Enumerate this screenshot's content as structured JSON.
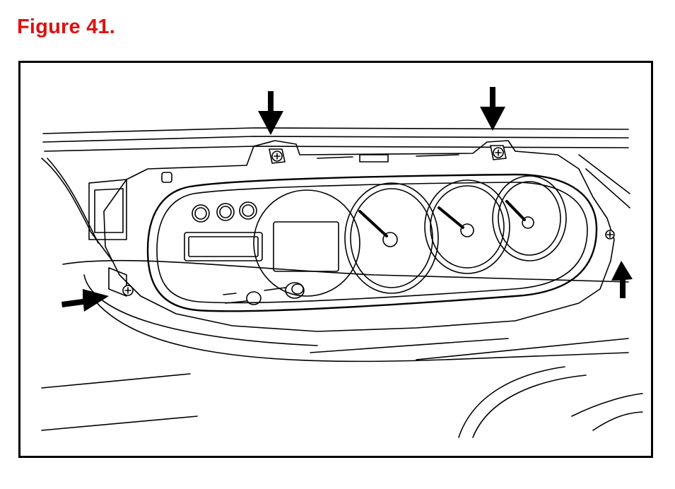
{
  "figure": {
    "title": "Figure 41.",
    "title_color": "#e01010"
  },
  "illustration": {
    "line_color": "#000000",
    "background": "#ffffff",
    "arrow_count": 4,
    "gauge_count": 4,
    "screw_count": 4
  }
}
